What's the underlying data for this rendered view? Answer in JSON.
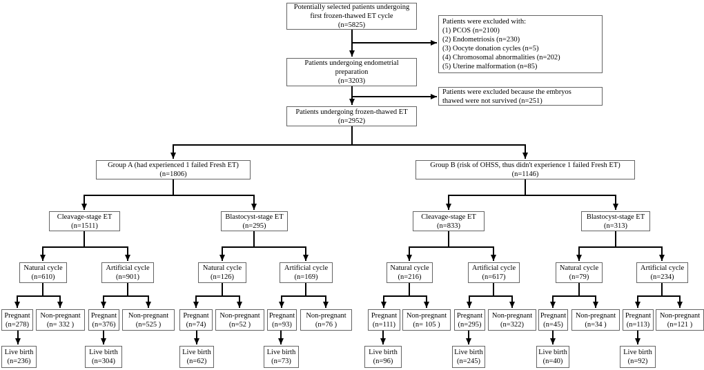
{
  "colors": {
    "background": "#ffffff",
    "text": "#000000",
    "line": "#000000",
    "box_border": "#636363"
  },
  "flowchart": {
    "selection": {
      "initial": "Potentially selected patients undergoing\nfirst frozen-thawed ET cycle\n(n=5825)",
      "excluded_criteria": "Patients were excluded with:\n(1) PCOS (n=2100)\n(2) Endometriosis (n=230)\n(3) Oocyte donation cycles (n=5)\n(4) Chromosomal abnormalities (n=202)\n(5) Uterine malformation (n=85)",
      "endometrial_prep": "Patients undergoing endometrial\npreparation\n(n=3203)",
      "excluded_embryos": "Patients were excluded because the embryos\nthawed were not survived (n=251)",
      "frozen_thawed": "Patients undergoing frozen-thawed  ET\n(n=2952)"
    },
    "group_a": {
      "label": "Group A (had experienced 1 failed Fresh ET)\n(n=1806)",
      "cleavage": {
        "label": "Cleavage-stage ET\n(n=1511)",
        "natural": {
          "label": "Natural cycle\n(n=610)",
          "pregnant": "Pregnant\n(n=278)",
          "non_pregnant": "Non-pregnant\n(n= 332 )",
          "live_birth": "Live birth\n(n=236)"
        },
        "artificial": {
          "label": "Artificial cycle\n(n=901)",
          "pregnant": "Pregnant\n(n=376)",
          "non_pregnant": "Non-pregnant\n(n=525 )",
          "live_birth": "Live birth\n(n=304)"
        }
      },
      "blastocyst": {
        "label": "Blastocyst-stage ET\n(n=295)",
        "natural": {
          "label": "Natural cycle\n(n=126)",
          "pregnant": "Pregnant\n(n=74)",
          "non_pregnant": "Non-pregnant\n(n=52 )",
          "live_birth": "Live birth\n(n=62)"
        },
        "artificial": {
          "label": "Artificial cycle\n(n=169)",
          "pregnant": "Pregnant\n(n=93)",
          "non_pregnant": "Non-pregnant\n(n=76 )",
          "live_birth": "Live birth\n(n=73)"
        }
      }
    },
    "group_b": {
      "label": "Group B  (risk of OHSS, thus didn't experience 1 failed Fresh ET)\n(n=1146)",
      "cleavage": {
        "label": "Cleavage-stage ET\n(n=833)",
        "natural": {
          "label": "Natural cycle\n(n=216)",
          "pregnant": "Pregnant\n(n=111)",
          "non_pregnant": "Non-pregnant\n(n= 105 )",
          "live_birth": "Live birth\n(n=96)"
        },
        "artificial": {
          "label": "Artificial cycle\n(n=617)",
          "pregnant": "Pregnant\n(n=295)",
          "non_pregnant": "Non-pregnant\n(n=322)",
          "live_birth": "Live birth\n(n=245)"
        }
      },
      "blastocyst": {
        "label": "Blastocyst-stage ET\n(n=313)",
        "natural": {
          "label": "Natural cycle\n(n=79)",
          "pregnant": "Pregnant\n(n=45)",
          "non_pregnant": "Non-pregnant\n(n=34 )",
          "live_birth": "Live birth\n(n=40)"
        },
        "artificial": {
          "label": "Artificial cycle\n(n=234)",
          "pregnant": "Pregnant\n(n=113)",
          "non_pregnant": "Non-pregnant\n(n=121 )",
          "live_birth": "Live birth\n(n=92)"
        }
      }
    }
  }
}
